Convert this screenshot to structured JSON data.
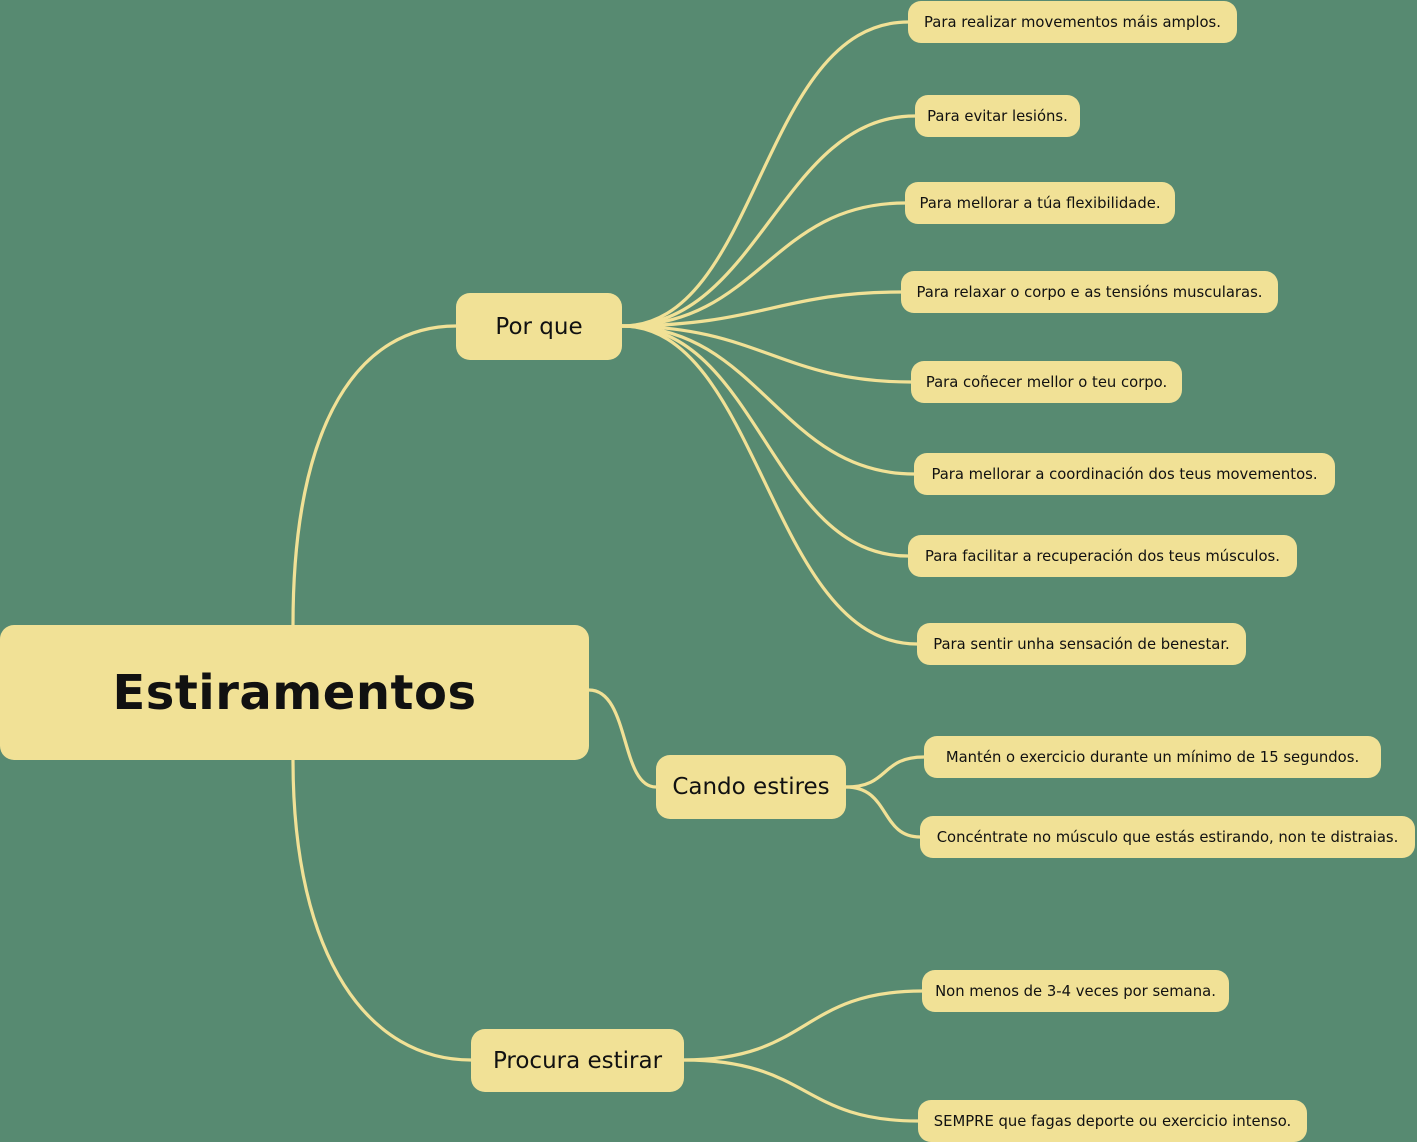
{
  "mindmap": {
    "root": "Estiramentos",
    "branches": [
      {
        "label": "Por que",
        "items": [
          "Para realizar movementos máis amplos.",
          "Para evitar lesións.",
          "Para mellorar a túa flexibilidade.",
          "Para relaxar o corpo e as tensións muscularas.",
          "Para coñecer mellor o teu corpo.",
          "Para mellorar a coordinación dos teus movementos.",
          "Para facilitar a recuperación dos teus músculos.",
          "Para sentir unha sensación de benestar."
        ]
      },
      {
        "label": "Cando estires",
        "items": [
          "Mantén o exercicio durante un mínimo de 15 segundos.",
          "Concéntrate no músculo que estás estirando, non te distraias."
        ]
      },
      {
        "label": "Procura estirar",
        "items": [
          "Non menos de 3-4 veces por semana.",
          "SEMPRE que fagas deporte ou exercicio intenso."
        ]
      }
    ]
  },
  "colors": {
    "background": "#578a71",
    "node_fill": "#f1e196",
    "text": "#111111"
  }
}
